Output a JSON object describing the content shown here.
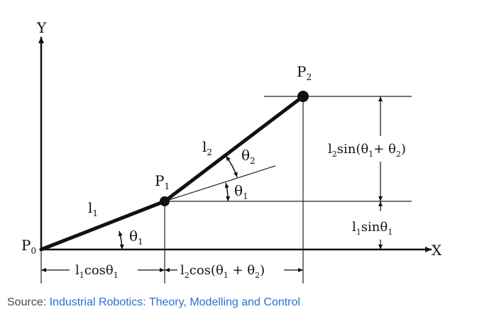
{
  "diagram": {
    "axis_x": "X",
    "axis_y": "Y",
    "points": {
      "p0": "P",
      "p0_sub": "0",
      "p1": "P",
      "p1_sub": "1",
      "p2": "P",
      "p2_sub": "2"
    },
    "links": {
      "l1": "l",
      "l1_sub": "1",
      "l2": "l",
      "l2_sub": "2"
    },
    "angles": {
      "theta1": "θ",
      "theta1_sub": "1",
      "theta2": "θ",
      "theta2_sub": "2"
    },
    "measures": {
      "l1_cos": {
        "pre": "l",
        "sub": "1",
        "post": "cosθ",
        "sub2": "1"
      },
      "l2_cos": {
        "pre": "l",
        "sub": "2",
        "mid": "cos(θ",
        "sub2": "1",
        "mid2": " + θ",
        "sub3": "2",
        "post": ")"
      },
      "l2_sin": {
        "pre": "l",
        "sub": "2",
        "mid": "sin(θ",
        "sub2": "1",
        "mid2": "+ θ",
        "sub3": "2",
        "post": ")"
      },
      "l1_sin": {
        "pre": "l",
        "sub": "1",
        "post": "sinθ",
        "sub2": "1"
      }
    }
  },
  "caption": {
    "prefix": "Source: ",
    "link_text": "Industrial Robotics: Theory, Modelling and Control"
  }
}
